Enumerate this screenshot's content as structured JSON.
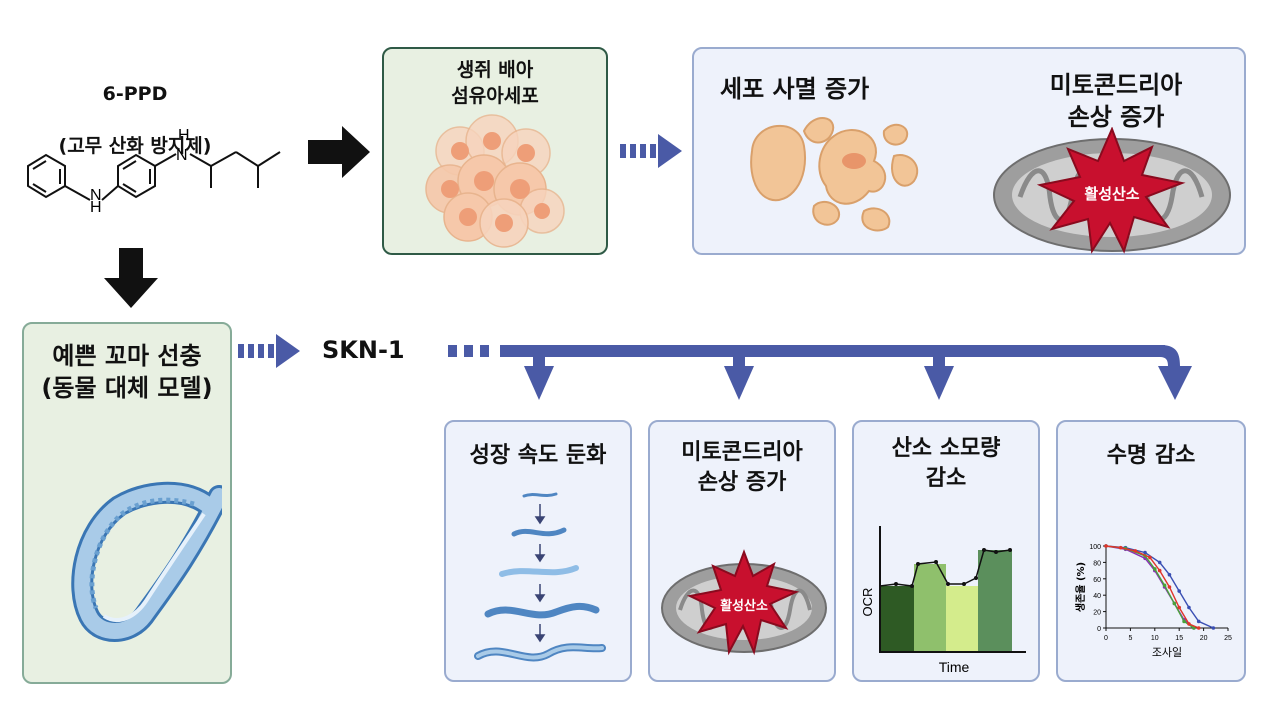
{
  "compound": {
    "name": "6-PPD",
    "desc": "(고무 산화 방지제)",
    "atom_n1": "H",
    "atom_n2": "N",
    "atom_n3": "N",
    "atom_h3": "H"
  },
  "cell_panel": {
    "title": "생쥐 배아\n섬유아세포"
  },
  "cell_effects": {
    "apoptosis": "세포 사멸 증가",
    "mito_damage": "미토콘드리아\n손상 증가",
    "ros": "활성산소"
  },
  "worm_panel": {
    "title": "예쁜 꼬마 선충\n(동물 대체 모델)"
  },
  "pathway": {
    "label": "SKN-1"
  },
  "outcomes": [
    {
      "title": "성장 속도 둔화"
    },
    {
      "title": "미토콘드리아\n손상 증가",
      "ros": "활성산소"
    },
    {
      "title": "산소 소모량\n감소"
    },
    {
      "title": "수명 감소"
    }
  ],
  "ocr_chart": {
    "ylabel": "OCR",
    "xlabel": "Time"
  },
  "chart_data": {
    "type": "line",
    "xlabel": "조사일",
    "ylabel": "생존율 (%)",
    "xlim": [
      0,
      25
    ],
    "ylim": [
      0,
      100
    ],
    "x_ticks": [
      "0",
      "5",
      "10",
      "15",
      "20",
      "25"
    ],
    "y_ticks": [
      "0",
      "20",
      "40",
      "60",
      "80",
      "100"
    ],
    "series": [
      {
        "color": "#3a4fb3",
        "x": [
          0,
          4,
          8,
          11,
          13,
          15,
          17,
          19,
          22
        ],
        "y": [
          100,
          98,
          92,
          80,
          65,
          45,
          25,
          8,
          0
        ]
      },
      {
        "color": "#8a2eb8",
        "x": [
          0,
          4,
          8,
          10,
          12,
          14,
          16,
          18
        ],
        "y": [
          100,
          96,
          85,
          70,
          50,
          30,
          10,
          0
        ]
      },
      {
        "color": "#4aa23a",
        "x": [
          0,
          4,
          8,
          10,
          12,
          14,
          16,
          18
        ],
        "y": [
          100,
          97,
          88,
          72,
          52,
          30,
          8,
          0
        ]
      },
      {
        "color": "#e0352b",
        "x": [
          0,
          3,
          6,
          9,
          11,
          13,
          15,
          17,
          19
        ],
        "y": [
          100,
          98,
          94,
          86,
          70,
          50,
          25,
          5,
          0
        ]
      }
    ]
  }
}
